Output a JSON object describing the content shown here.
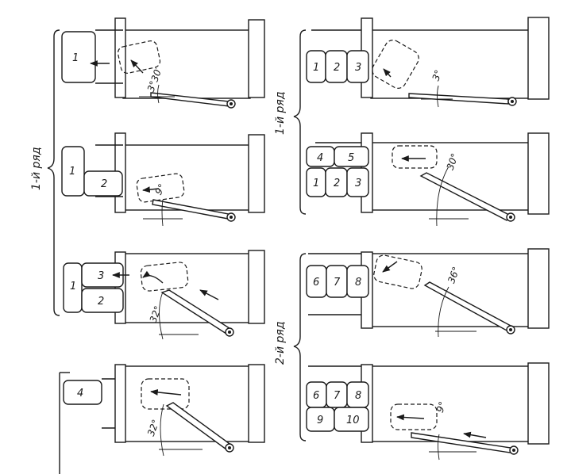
{
  "diagram": {
    "row_labels": {
      "row1_left": "1-й ряд",
      "row1_right": "1-й ряд",
      "row2_right": "2-й ряд"
    },
    "panels": [
      {
        "id": "L1",
        "boxes": [
          "1"
        ],
        "angle": "3°30′"
      },
      {
        "id": "L2",
        "boxes": [
          "1",
          "2"
        ],
        "angle": "9°"
      },
      {
        "id": "L3",
        "boxes": [
          "1",
          "3",
          "2"
        ],
        "angle": "32°"
      },
      {
        "id": "L4",
        "boxes": [
          "4"
        ],
        "angle": "32°"
      },
      {
        "id": "R1",
        "boxes": [
          "1",
          "2",
          "3"
        ],
        "angle": "3°"
      },
      {
        "id": "R2",
        "boxes": [
          "4",
          "5",
          "1",
          "2",
          "3"
        ],
        "angle": "30°"
      },
      {
        "id": "R3",
        "boxes": [
          "6",
          "7",
          "8"
        ],
        "angle": "36°"
      },
      {
        "id": "R4",
        "boxes": [
          "6",
          "7",
          "8",
          "9",
          "10"
        ],
        "angle": "9°"
      }
    ]
  }
}
